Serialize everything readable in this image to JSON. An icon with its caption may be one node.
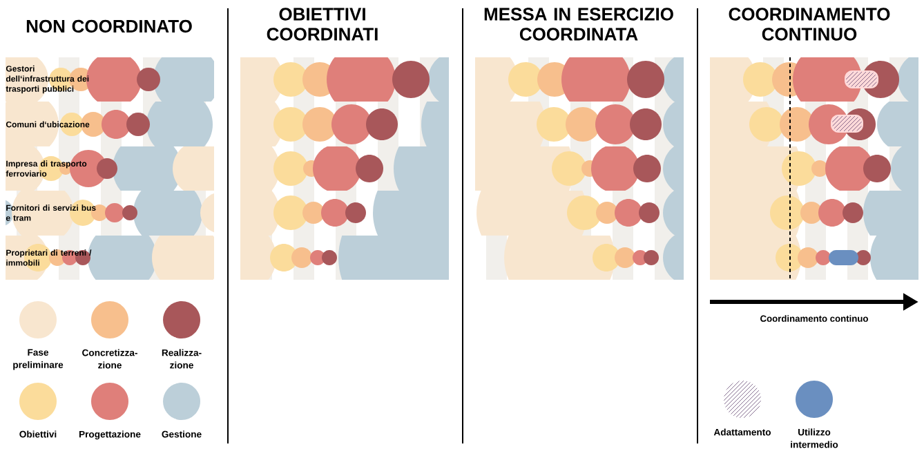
{
  "diagram": {
    "labels": [
      "NON COORDINATO",
      "OBIETTIVI COORDINATI",
      "MESSA IN ESERCIZIO COORDINATA",
      "COORDINAMENTO CONTINUO",
      "Gestori dell‘infrastruttura dei trasporti pubblici",
      "Comuni d‘ubicazione",
      "Impresa di trasporto ferroviario",
      "Fornitori di servizi bus e tram",
      "Proprietari di terreni / immobili",
      "Coordinamento continuo"
    ],
    "legend": [
      {
        "text": "Fase preliminare",
        "color": "#f8e6cf"
      },
      {
        "text": "Concretizza-zione",
        "color": "#f7bf8d"
      },
      {
        "text": "Realizza-zione",
        "color": "#a8575a"
      },
      {
        "text": "Obiettivi",
        "color": "#fbdc9b"
      },
      {
        "text": "Progettazione",
        "color": "#df7f7a"
      },
      {
        "text": "Gestione",
        "color": "#bccfd9"
      },
      {
        "text": "Adattamento"
      },
      {
        "text": "Utilizzo intermedio",
        "color": "#6a8fc0"
      }
    ]
  }
}
